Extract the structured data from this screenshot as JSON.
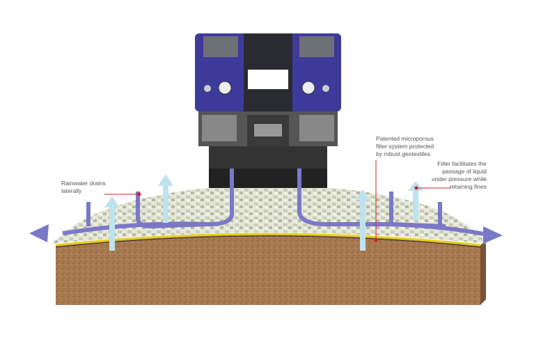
{
  "labels": {
    "rainwater": [
      "Rainwater drains",
      "laterally"
    ],
    "filter_system": [
      "Patented microporous",
      "filter system protected",
      "by robust geotextiles"
    ],
    "filter_passage": [
      "Filter facilitates the",
      "passage of liquid",
      "under pressure while",
      "retaining fines"
    ]
  },
  "colors": {
    "train_blue": "#3e3a9a",
    "water_arrow": "#7b78c8",
    "rising_arrow": "#bfe3ee",
    "soil": "#a0714a",
    "geotextile": "#e8d21a",
    "callout_line": "#d0202a"
  }
}
